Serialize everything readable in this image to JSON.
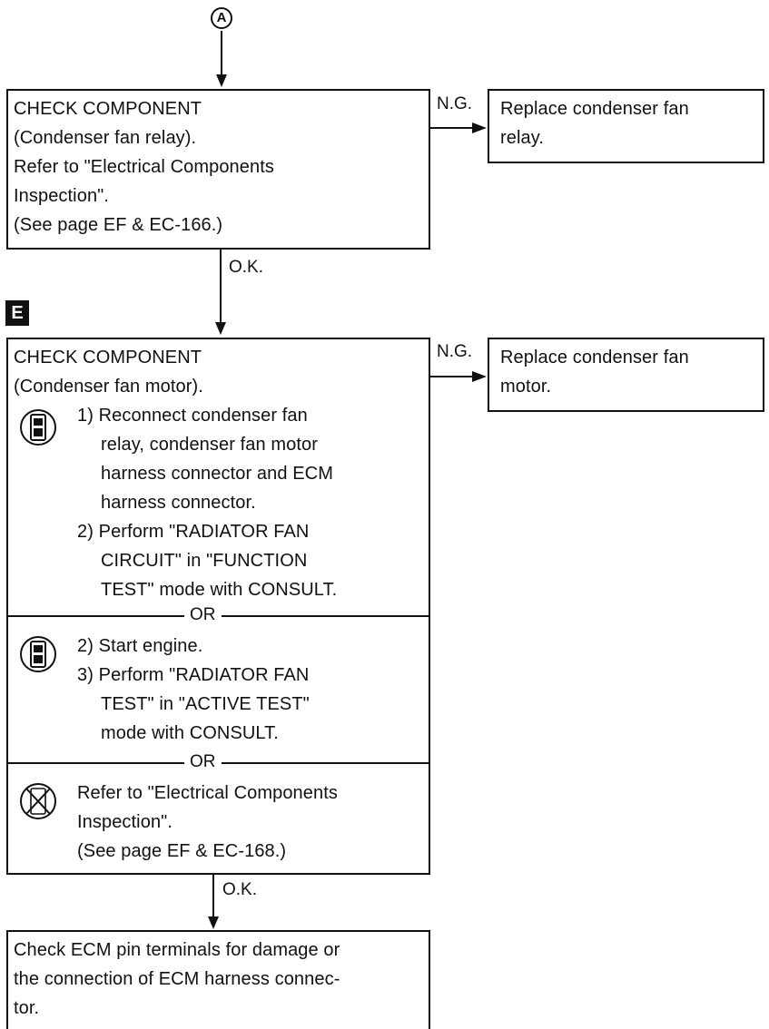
{
  "start_marker": "A",
  "box1": {
    "lines": [
      "CHECK COMPONENT",
      "(Condenser fan relay).",
      "Refer to \"Electrical Components",
      "Inspection\".",
      "(See page EF & EC-166.)"
    ]
  },
  "box1_ng_label": "N.G.",
  "box1_result": {
    "lines": [
      "Replace condenser fan",
      "relay."
    ]
  },
  "box1_ok_label": "O.K.",
  "step_marker": "E",
  "box2": {
    "header_lines": [
      "CHECK COMPONENT",
      "(Condenser fan motor)."
    ],
    "section1_lines": [
      "1) Reconnect condenser fan",
      "relay, condenser fan motor",
      "harness connector and ECM",
      "harness connector.",
      "2) Perform \"RADIATOR FAN",
      "CIRCUIT\" in \"FUNCTION",
      "TEST\" mode with CONSULT."
    ],
    "or_1": "OR",
    "section2_lines": [
      "2) Start engine.",
      "3) Perform \"RADIATOR FAN",
      "TEST\" in \"ACTIVE TEST\"",
      "mode with CONSULT."
    ],
    "or_2": "OR",
    "section3_lines": [
      "Refer to \"Electrical Components",
      "Inspection\".",
      "(See page EF & EC-168.)"
    ]
  },
  "box2_ng_label": "N.G.",
  "box2_result": {
    "lines": [
      "Replace condenser fan",
      "motor."
    ]
  },
  "box2_ok_label": "O.K.",
  "box3": {
    "lines": [
      "Check ECM pin terminals for damage or",
      "the connection of ECM harness connec-",
      "tor."
    ]
  }
}
